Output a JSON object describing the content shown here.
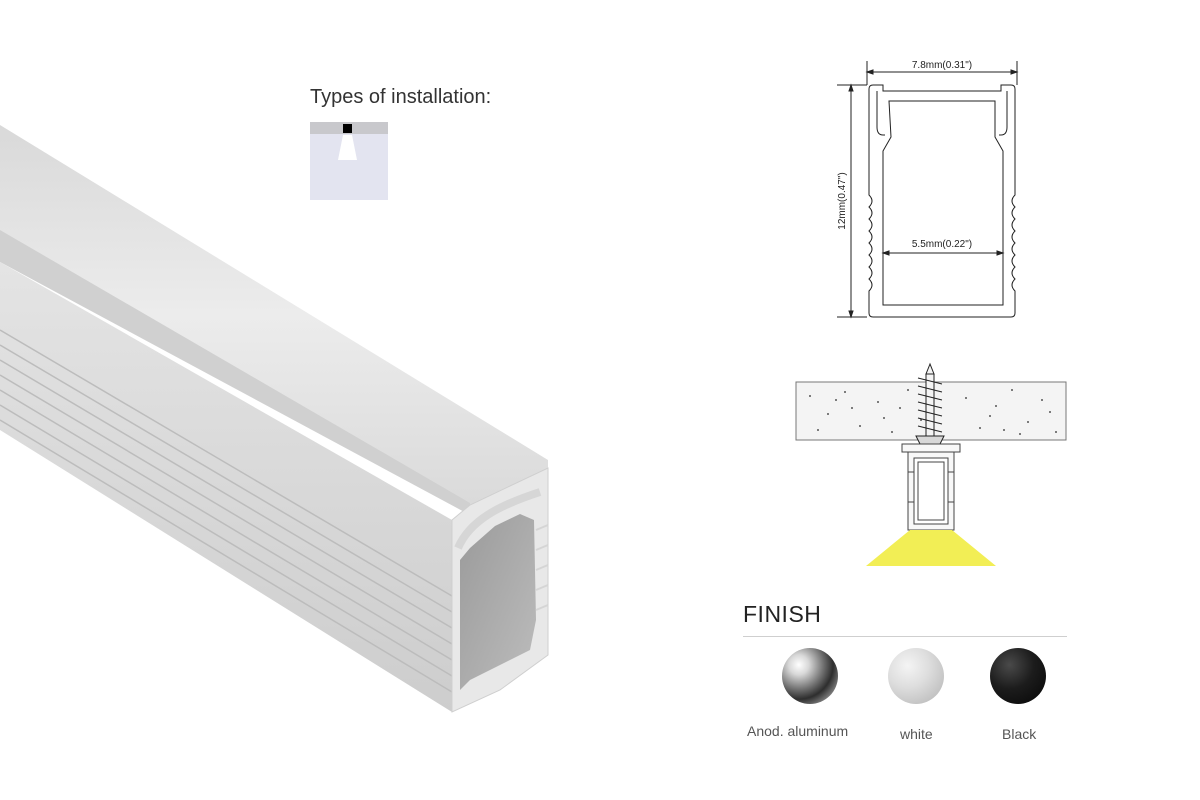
{
  "installation": {
    "title": "Types of installation:"
  },
  "drawing": {
    "width_label": "7.8mm(0.31\")",
    "height_label": "12mm(0.47\")",
    "inner_width_label": "5.5mm(0.22\")"
  },
  "finish": {
    "title": "FINISH",
    "options": [
      {
        "label": "Anod. aluminum",
        "color": "#7a7a7a"
      },
      {
        "label": "white",
        "color": "#d4d4d4"
      },
      {
        "label": "Black",
        "color": "#111111"
      }
    ]
  },
  "colors": {
    "light_beam": "#f2ee55",
    "ceiling": "#f4f4f4",
    "install_icon_bg": "#e3e4f0"
  }
}
